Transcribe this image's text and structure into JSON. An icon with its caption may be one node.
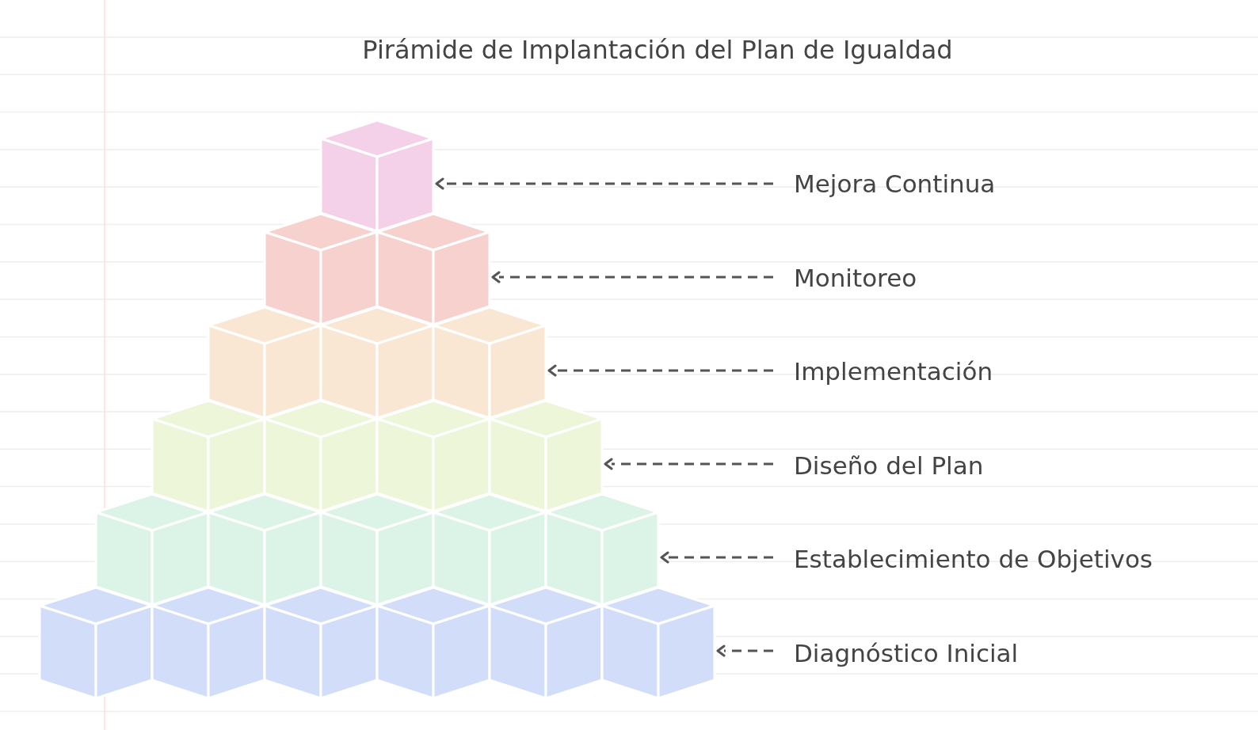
{
  "diagram": {
    "title": "Pirámide de Implantación del Plan de Igualdad",
    "nodes": [
      {
        "text": [],
        "shape": "picture"
      },
      {
        "text": [],
        "shape": "picture"
      },
      {
        "text": [],
        "shape": "picture"
      },
      {
        "text": [],
        "shape": "picture"
      },
      {
        "text": [],
        "shape": "picture"
      },
      {
        "text": [],
        "shape": "picture"
      },
      {
        "text": [
          "Mejora Continua"
        ]
      },
      {
        "text": [
          "Monitoreo"
        ]
      },
      {
        "text": [
          "Implementación"
        ]
      },
      {
        "text": [
          "Diseño del Plan"
        ]
      },
      {
        "text": [
          "Establecimiento de Objetivos"
        ]
      },
      {
        "text": [
          "Diagnóstico Inicial"
        ]
      }
    ],
    "edges": [
      {
        "from": 6,
        "to": 0,
        "arrow": "to",
        "style": "dashed"
      },
      {
        "from": 7,
        "to": 1,
        "arrow": "to",
        "style": "dashed"
      },
      {
        "from": 8,
        "to": 2,
        "arrow": "to",
        "style": "dashed"
      },
      {
        "from": 9,
        "to": 3,
        "arrow": "to",
        "style": "dashed"
      },
      {
        "from": 10,
        "to": 4,
        "arrow": "to",
        "style": "dashed"
      },
      {
        "from": 11,
        "to": 5,
        "arrow": "to",
        "style": "dashed"
      }
    ]
  }
}
